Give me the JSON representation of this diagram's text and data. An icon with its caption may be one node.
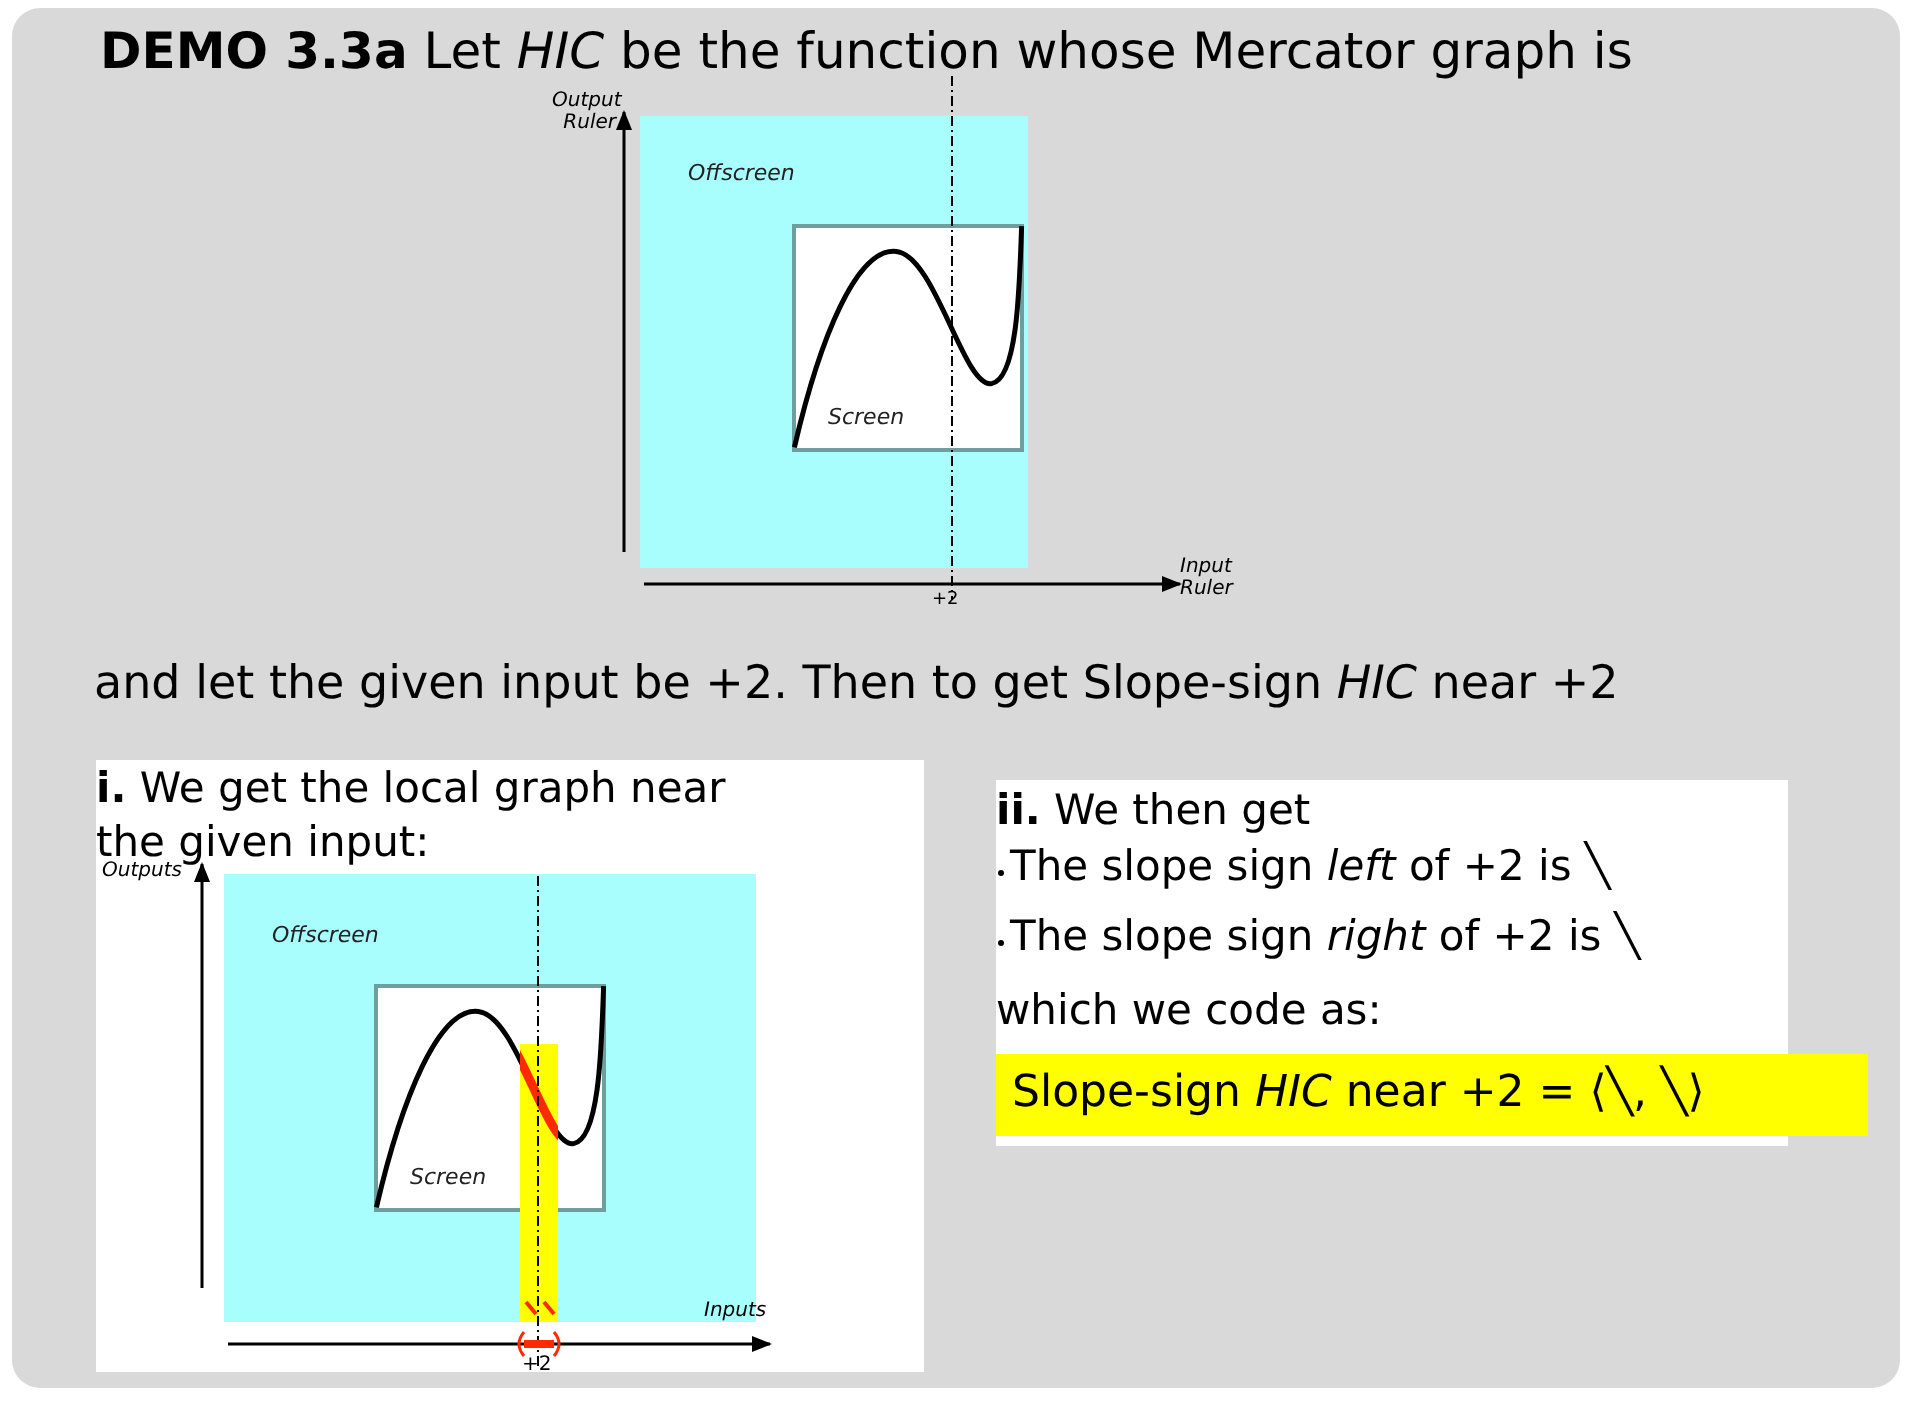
{
  "diagram": {
    "title": "**DEMO 3.3a** Let *HIC* be the function whose Mercator graph is",
    "nodes": [
      {
        "text": [
          "Offscreen"
        ]
      },
      {
        "text": [
          "Screen"
        ],
        "in": 0
      },
      {
        "text": [
          "Offscreen"
        ]
      },
      {
        "text": [
          "Screen"
        ],
        "in": 2
      }
    ],
    "labels": [
      "Output Ruler",
      "Input Ruler",
      "+2",
      "and let the given input be +2. Then to get Slope-sign *HIC* near +2",
      "**i.** We get the local graph near the given input:",
      "Outputs",
      "Inputs",
      "+2",
      "**ii.** We then get",
      "The slope sign *left* of +2 is ╲",
      "The slope sign *right* of +2 is ╲",
      "which we code as:",
      "Slope-sign *HIC* near +2 = ⟨╲, ╲⟩"
    ]
  }
}
